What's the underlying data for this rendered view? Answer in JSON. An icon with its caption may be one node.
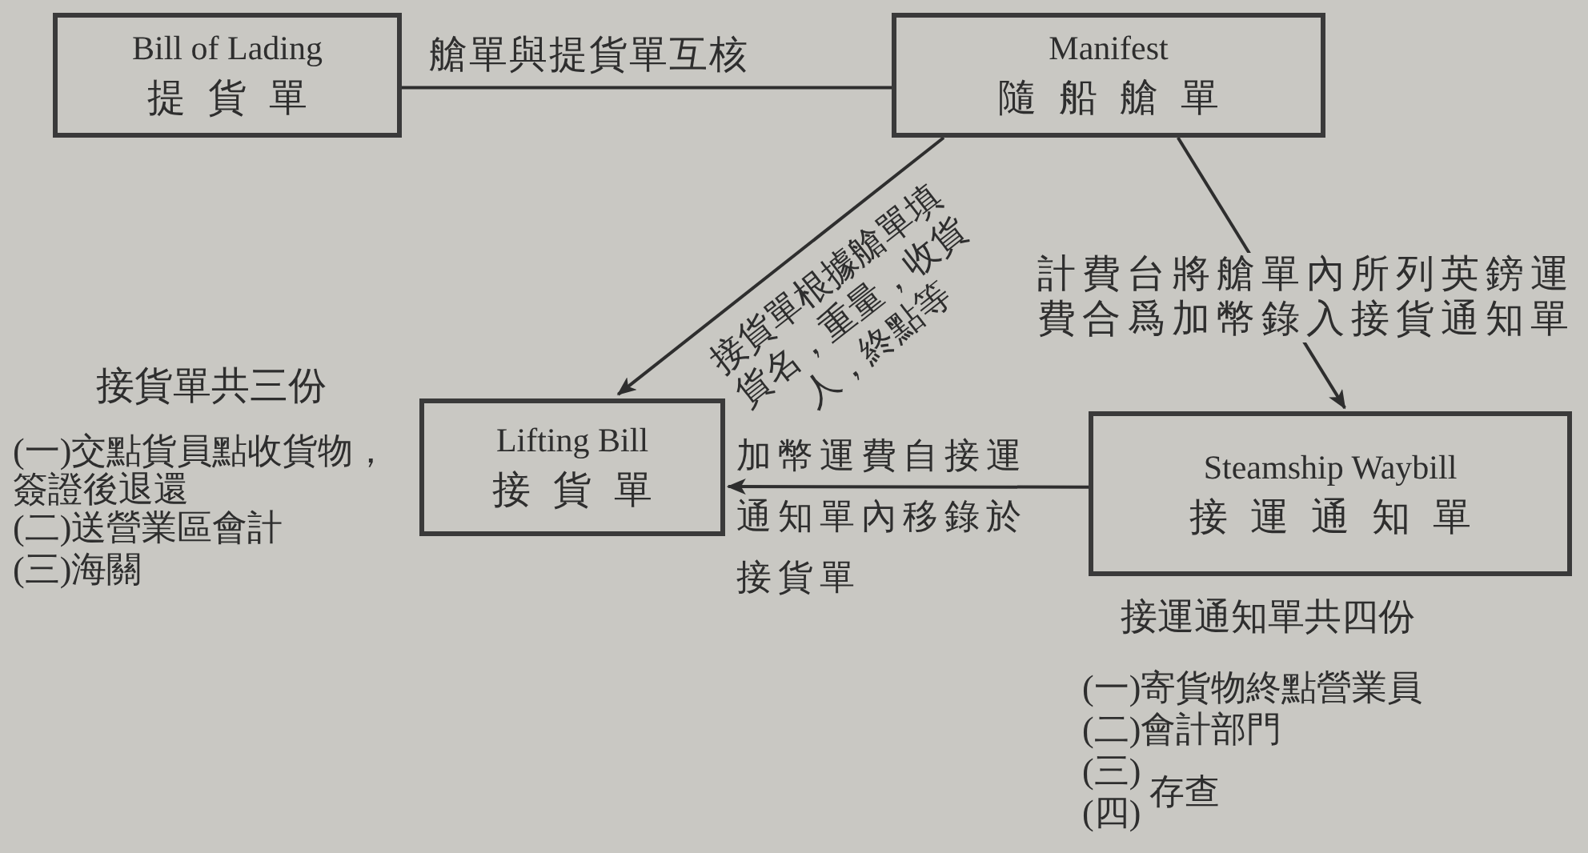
{
  "diagram": {
    "nodes": [
      {
        "text": [
          "Bill of Lading",
          "提貨單"
        ]
      },
      {
        "text": [
          "Manifest",
          "隨船艙單"
        ]
      },
      {
        "text": [
          "Lifting Bill",
          "接貨單"
        ],
        "beside": [
          "接貨單共三份",
          "(一)交點貨員點收貨物，簽證後退還",
          "(二)送營業區會計",
          "(三)海關"
        ]
      },
      {
        "text": [
          "Steamship Waybill",
          "接運通知單"
        ],
        "beside": [
          "接運通知單共四份",
          "(一)寄貨物終點營業員",
          "(二)會計部門",
          "(三)",
          "(四)",
          "存查"
        ]
      }
    ],
    "edges": [
      {
        "from": 0,
        "to": 1,
        "arrow": "none",
        "label": "艙單與提貨單互核"
      },
      {
        "from": 1,
        "to": 2,
        "arrow": "to",
        "label": "接貨單根據艙單填貨名，重量，收貨人，終點等"
      },
      {
        "from": 1,
        "to": 3,
        "arrow": "to",
        "label": "計費台將艙單內所列英鎊運費合爲加幣錄入接貨通知單"
      },
      {
        "from": 3,
        "to": 2,
        "arrow": "to",
        "label": "加幣運費自接運通知單內移錄於接貨單"
      }
    ]
  }
}
